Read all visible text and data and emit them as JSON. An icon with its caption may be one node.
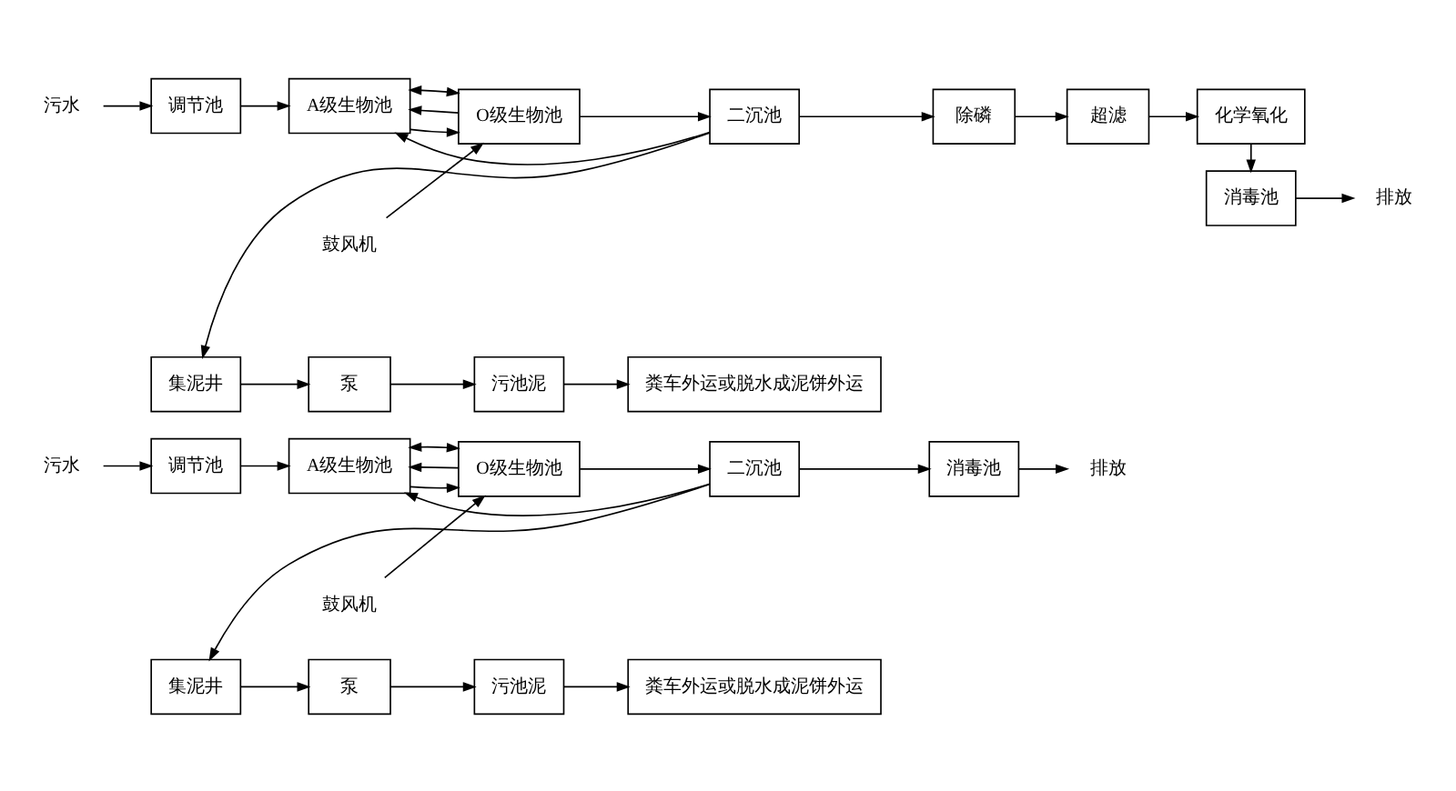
{
  "diagram": {
    "nodes": [
      {
        "text": [
          "污水"
        ]
      },
      {
        "text": [
          "调节池"
        ]
      },
      {
        "text": [
          "A级生物池"
        ]
      },
      {
        "text": [
          "鼓风机"
        ]
      },
      {
        "text": [
          "O级生物池"
        ]
      },
      {
        "text": [
          "二沉池"
        ]
      },
      {
        "text": [
          "消毒池"
        ]
      },
      {
        "text": [
          "排放"
        ]
      },
      {
        "text": [
          "集泥井"
        ]
      },
      {
        "text": [
          "泵"
        ]
      },
      {
        "text": [
          "污池泥"
        ]
      },
      {
        "text": [
          "粪车外运或脱水成泥饼外运"
        ]
      },
      {
        "text": [
          "污水"
        ]
      },
      {
        "text": [
          "调节池"
        ]
      },
      {
        "text": [
          "A级生物池"
        ]
      },
      {
        "text": [
          "鼓风机"
        ]
      },
      {
        "text": [
          "O级生物池"
        ]
      },
      {
        "text": [
          "二沉池"
        ]
      },
      {
        "text": [
          "除磷"
        ]
      },
      {
        "text": [
          "超滤"
        ]
      },
      {
        "text": [
          "化学氧化"
        ]
      },
      {
        "text": [
          "消毒池"
        ]
      },
      {
        "text": [
          "排放"
        ]
      },
      {
        "text": [
          "集泥井"
        ]
      },
      {
        "text": [
          "泵"
        ]
      },
      {
        "text": [
          "污池泥"
        ]
      },
      {
        "text": [
          "粪车外运或脱水成泥饼外运"
        ]
      }
    ],
    "edges": [
      {
        "from": 0,
        "to": 1,
        "arrow": "to"
      },
      {
        "from": 1,
        "to": 2,
        "arrow": "to"
      },
      {
        "from": 2,
        "to": 4,
        "arrow": "to"
      },
      {
        "from": 3,
        "to": 4,
        "arrow": "to"
      },
      {
        "from": 4,
        "to": 5,
        "arrow": "to"
      },
      {
        "from": 5,
        "to": 6,
        "arrow": "to"
      },
      {
        "from": 6,
        "to": 7,
        "arrow": "to"
      },
      {
        "from": 5,
        "to": 2,
        "arrow": "to"
      },
      {
        "from": 4,
        "to": 2,
        "arrow": "to"
      },
      {
        "from": 2,
        "to": 4,
        "arrow": "both"
      },
      {
        "from": 5,
        "to": 8,
        "arrow": "to"
      },
      {
        "from": 8,
        "to": 9,
        "arrow": "to"
      },
      {
        "from": 9,
        "to": 10,
        "arrow": "to"
      },
      {
        "from": 10,
        "to": 11,
        "arrow": "to"
      },
      {
        "from": 12,
        "to": 13,
        "arrow": "to"
      },
      {
        "from": 13,
        "to": 14,
        "arrow": "to"
      },
      {
        "from": 14,
        "to": 16,
        "arrow": "to"
      },
      {
        "from": 15,
        "to": 16,
        "arrow": "to"
      },
      {
        "from": 16,
        "to": 17,
        "arrow": "to"
      },
      {
        "from": 17,
        "to": 14,
        "arrow": "to"
      },
      {
        "from": 16,
        "to": 14,
        "arrow": "to"
      },
      {
        "from": 14,
        "to": 16,
        "arrow": "both"
      },
      {
        "from": 17,
        "to": 18,
        "arrow": "to"
      },
      {
        "from": 18,
        "to": 19,
        "arrow": "to"
      },
      {
        "from": 19,
        "to": 20,
        "arrow": "to"
      },
      {
        "from": 20,
        "to": 21,
        "arrow": "to"
      },
      {
        "from": 21,
        "to": 22,
        "arrow": "to"
      },
      {
        "from": 17,
        "to": 23,
        "arrow": "to"
      },
      {
        "from": 23,
        "to": 24,
        "arrow": "to"
      },
      {
        "from": 24,
        "to": 25,
        "arrow": "to"
      },
      {
        "from": 25,
        "to": 26,
        "arrow": "to"
      }
    ]
  }
}
